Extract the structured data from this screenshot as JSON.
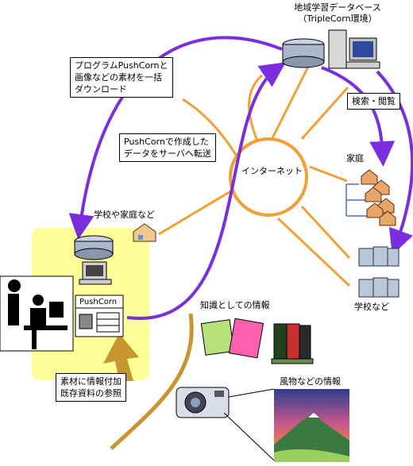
{
  "server": {
    "title_line1": "地域学習データベース",
    "title_line2": "（TripleCorn環境）"
  },
  "boxes": {
    "download_line1": "プログラムPushCornと",
    "download_line2": "画像などの素材を一括",
    "download_line3": "ダウンロード",
    "transfer_line1": "PushCornで作成した",
    "transfer_line2": "データをサーバへ転送",
    "search": "検索・閲覧",
    "annotate_line1": "素材に情報付加",
    "annotate_line2": "既存資料の参照"
  },
  "labels": {
    "internet": "インターネット",
    "home": "家庭",
    "school_home": "学校や家庭など",
    "school": "学校など",
    "knowledge": "知識としての情報",
    "scenery": "風物などの情報",
    "pushcorn": "PushCorn"
  },
  "colors": {
    "purple": "#7b2ee0",
    "orange": "#f2a033",
    "tan": "#c8962e",
    "yellow_panel": "#ffff99"
  }
}
